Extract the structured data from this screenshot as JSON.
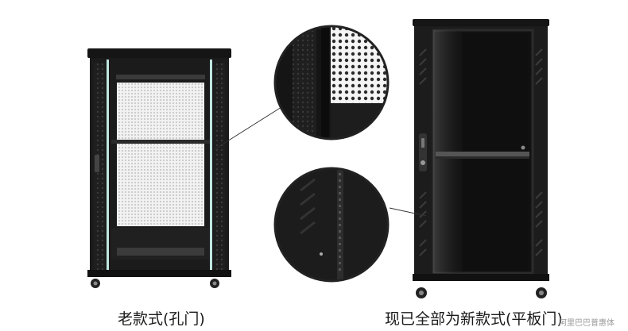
{
  "captions": {
    "old_style": "老款式(孔门)",
    "new_style": "现已全部为新款式(平板门)"
  },
  "watermark": "阿里巴巴普惠体",
  "colors": {
    "background": "#ffffff",
    "cabinet_body": "#1b1b1b",
    "glass_frame": "#2a2a2a",
    "mesh": "#e9e9e9",
    "glass_edge": "#bfe6df"
  },
  "icons": {
    "zoom_top": "perforated-door-closeup",
    "zoom_bottom": "flat-panel-side-closeup"
  }
}
